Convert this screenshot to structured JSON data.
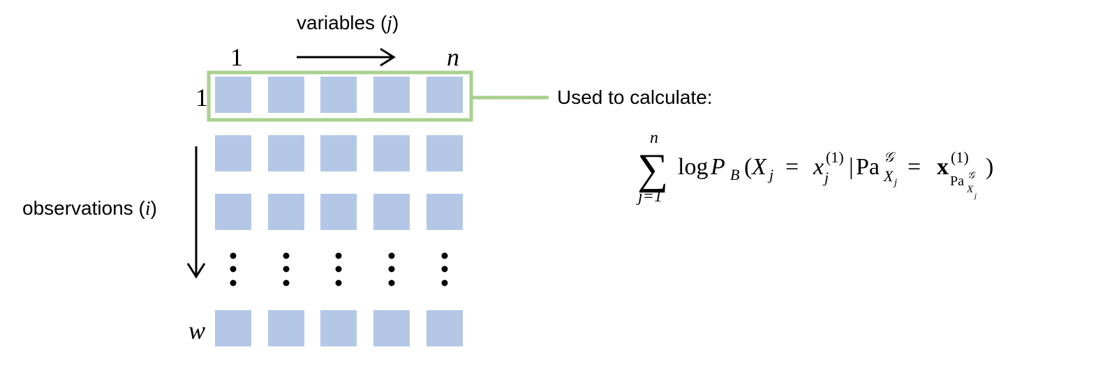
{
  "top_label": {
    "text": "variables (",
    "var": "j",
    "close": ")"
  },
  "column_indices": {
    "first": "1",
    "last": "n"
  },
  "row_indices": {
    "first": "1",
    "last": "w"
  },
  "side_label": {
    "text": "observations (",
    "var": "i",
    "close": ")"
  },
  "callout": {
    "text": "Used to calculate:"
  },
  "formula": {
    "sum_top": "n",
    "sum_bottom": "j=1",
    "log": "log",
    "P": "P",
    "B": "B",
    "open": "(",
    "X": "X",
    "j": "j",
    "eq": "=",
    "x": "x",
    "sup1": "(1)",
    "bar": "|",
    "Pa": "Pa",
    "G": "𝒢",
    "bold_x": "x",
    "close": ")"
  },
  "colors": {
    "cell": "#b4c7e7",
    "highlight_border": "#a9d18e",
    "arrow": "#000000"
  },
  "grid": {
    "columns": 5,
    "rows_shown": 4,
    "ellipsis_row": true,
    "highlighted_row": 1
  }
}
